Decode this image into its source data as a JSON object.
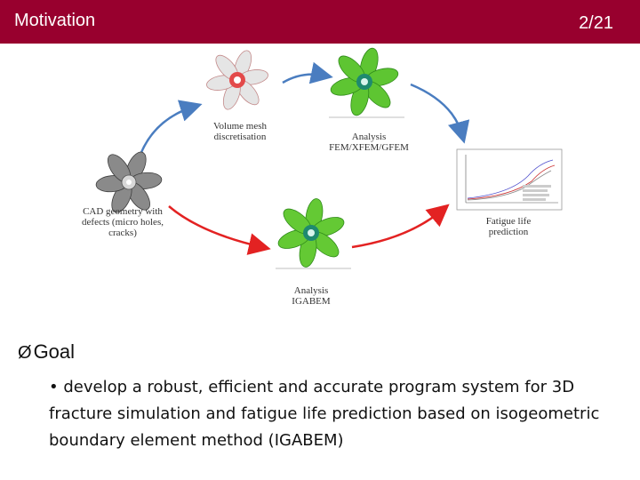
{
  "header": {
    "title": "Motivation",
    "page_number": "2/21",
    "background_color": "#98002e"
  },
  "figure": {
    "captions": {
      "volume_mesh": [
        "Volume mesh",
        "discretisation"
      ],
      "analysis_fem": [
        "Analysis",
        "FEM/XFEM/GFEM"
      ],
      "cad_geometry": [
        "CAD geometry with",
        "defects (micro holes,",
        "cracks)"
      ],
      "fatigue": [
        "Fatigue life",
        "prediction"
      ],
      "analysis_igabem": [
        "Analysis",
        "IGABEM"
      ]
    },
    "arrow_colors": {
      "blue": "#4a7dc0",
      "red": "#e32222"
    }
  },
  "goal": {
    "arrow_glyph": "Ø",
    "label": "Goal",
    "bullet": "• develop a robust, efficient and accurate program system for 3D fracture simulation and fatigue life prediction based on isogeometric boundary element method (IGABEM)"
  }
}
